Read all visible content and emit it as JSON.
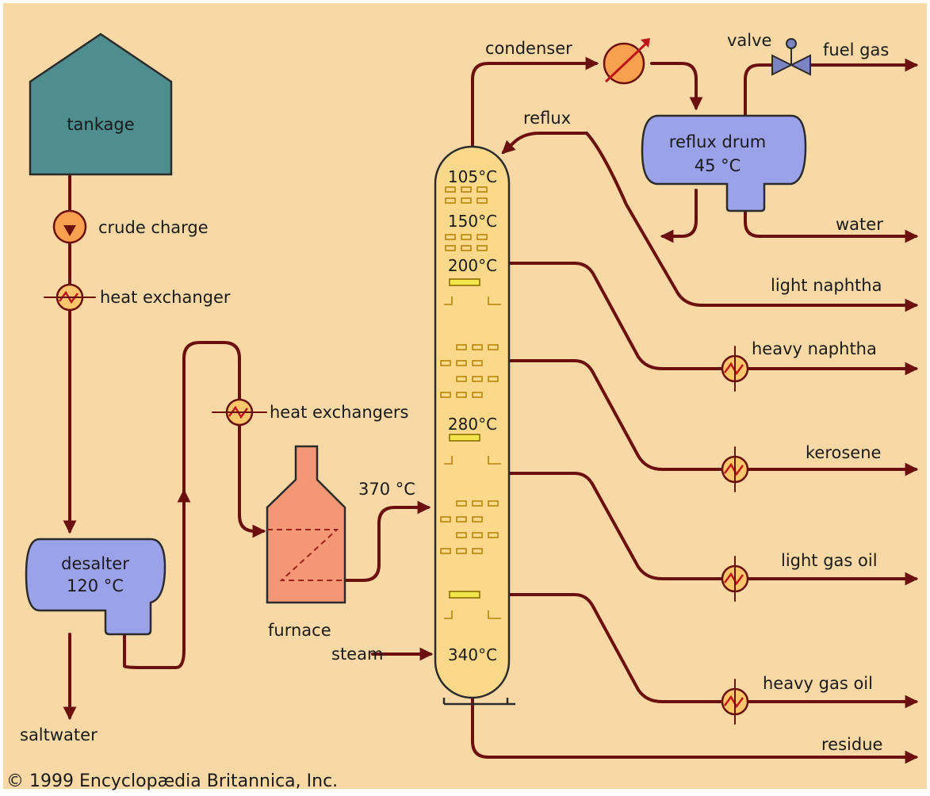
{
  "equipment": {
    "tankage": "tankage",
    "desalter_name": "desalter",
    "desalter_temp": "120 °C",
    "furnace": "furnace",
    "reflux_drum_name": "reflux drum",
    "reflux_drum_temp": "45 °C",
    "condenser": "condenser",
    "valve": "valve"
  },
  "streams": {
    "crude_charge": "crude charge",
    "heat_exchanger": "heat exchanger",
    "heat_exchangers": "heat exchangers",
    "saltwater": "saltwater",
    "furnace_outlet_temp": "370 °C",
    "steam": "steam",
    "reflux": "reflux",
    "water": "water"
  },
  "column_temperatures": [
    "105°C",
    "150°C",
    "200°C",
    "280°C",
    "340°C"
  ],
  "products": [
    "fuel gas",
    "light naphtha",
    "heavy naphtha",
    "kerosene",
    "light gas oil",
    "heavy gas oil",
    "residue"
  ],
  "copyright": "© 1999 Encyclopædia Britannica, Inc.",
  "colors": {
    "background": "#f8d9a6",
    "pipe": "#6b0f0f",
    "tank": "#4e8e8f",
    "vessel": "#9ba2ea",
    "furnace": "#f49775",
    "column": "#fcd88a",
    "exchanger": "#ffc66b",
    "tray_highlight": "#f2e64c"
  }
}
